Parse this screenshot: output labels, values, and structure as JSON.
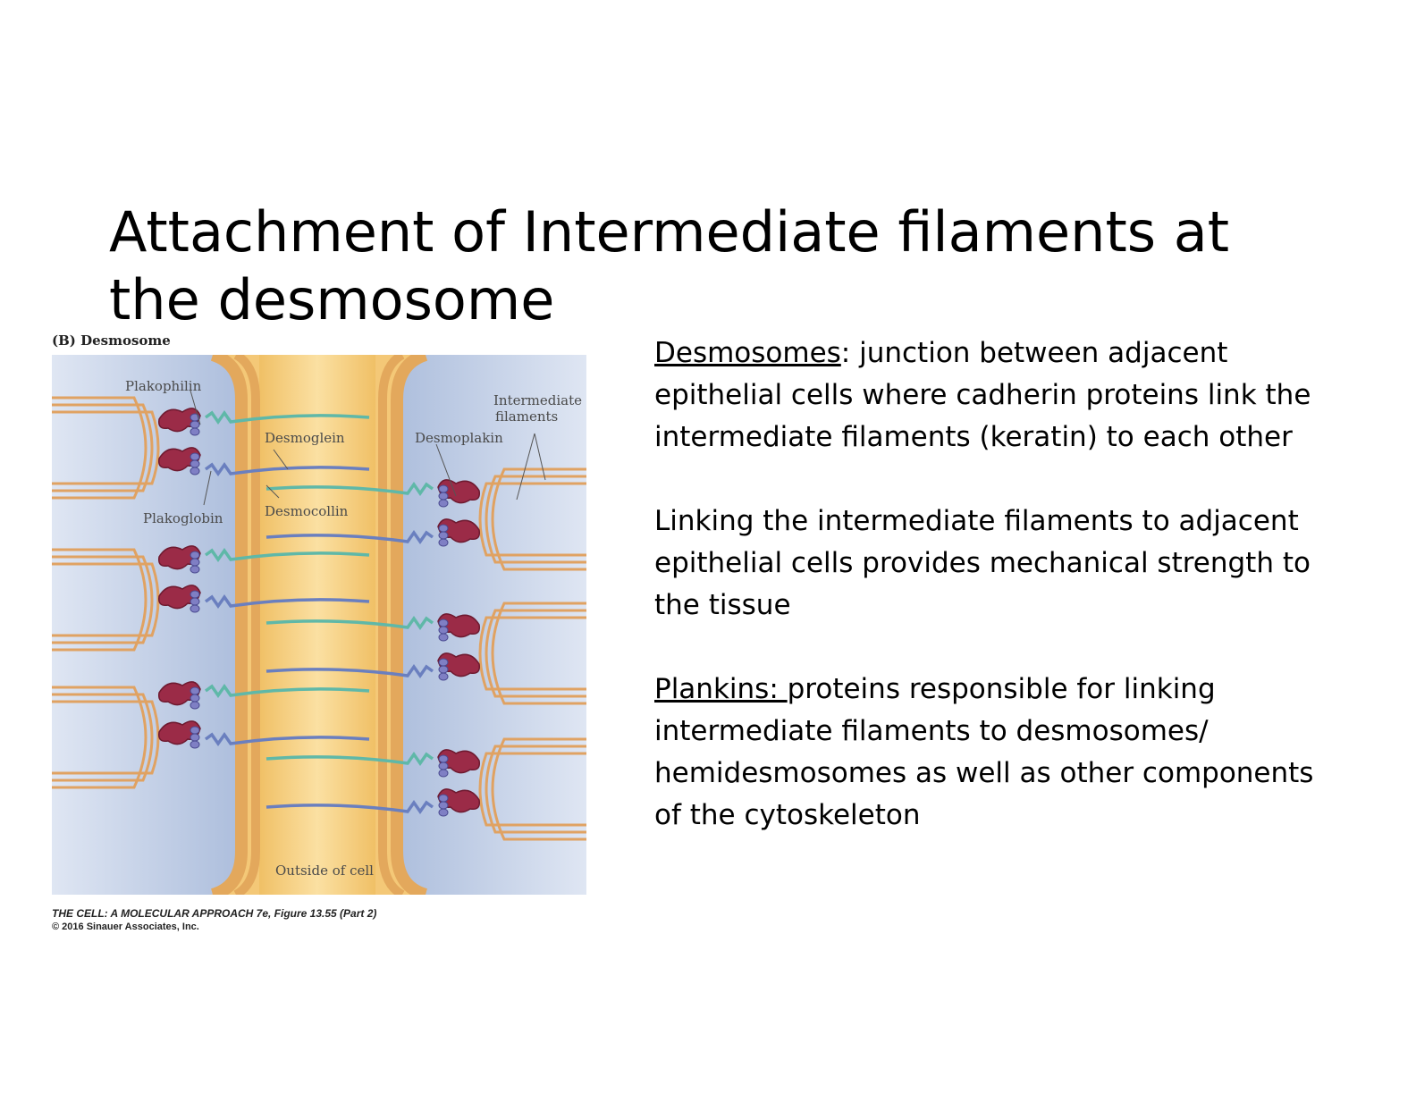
{
  "slide": {
    "title": "Attachment of Intermediate filaments at the desmosome"
  },
  "figure": {
    "panel_label": "(B)  Desmosome",
    "labels": {
      "plakophilin": "Plakophilin",
      "plakoglobin": "Plakoglobin",
      "desmoglein": "Desmoglein",
      "desmocollin": "Desmocollin",
      "desmoplakin": "Desmoplakin",
      "intermediate_1": "Intermediate",
      "intermediate_2": "filaments",
      "outside": "Outside of cell"
    },
    "credit_line1": "THE CELL: A MOLECULAR APPROACH 7e, Figure 13.55 (Part 2)",
    "credit_line2": "© 2016 Sinauer Associates, Inc."
  },
  "body": {
    "p1_term": "Desmosomes",
    "p1_rest": ": junction between adjacent epithelial cells where cadherin proteins link the intermediate filaments (keratin) to each other",
    "p2": "Linking the intermediate filaments to adjacent epithelial cells provides mechanical strength to the tissue",
    "p3_term": "Plankins: ",
    "p3_rest": "proteins responsible for linking intermediate filaments to desmosomes/ hemidesmosomes as well as other components of the cytoskeleton"
  },
  "colors": {
    "membrane": "#e3a85c",
    "extracellular": "#f5cf7d",
    "cytoplasm": "#c9d5ea",
    "plaque": "#9b2b47",
    "desmoglein": "#5fb8a8",
    "desmocollin": "#6a7fbf"
  }
}
